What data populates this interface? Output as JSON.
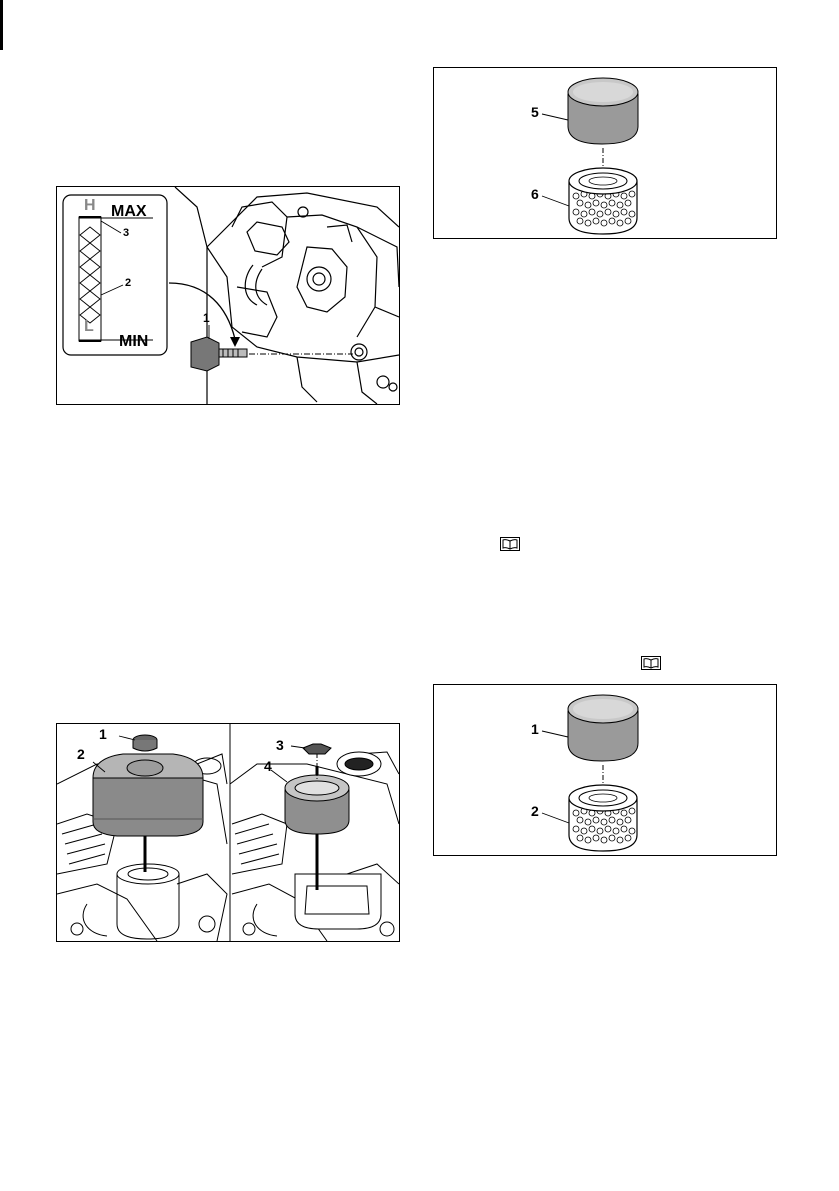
{
  "fig_oil": {
    "gauge_max": "MAX",
    "gauge_min": "MIN",
    "mark_high": "H",
    "mark_low": "L",
    "callouts": [
      "1",
      "2",
      "3"
    ]
  },
  "fig_filter_top": {
    "callouts": [
      "5",
      "6"
    ]
  },
  "fig_housing": {
    "callouts": [
      "1",
      "2",
      "3",
      "4"
    ]
  },
  "fig_filter_bottom": {
    "callouts": [
      "1",
      "2"
    ]
  },
  "icons": [
    "manual-book-icon",
    "manual-book-icon"
  ]
}
